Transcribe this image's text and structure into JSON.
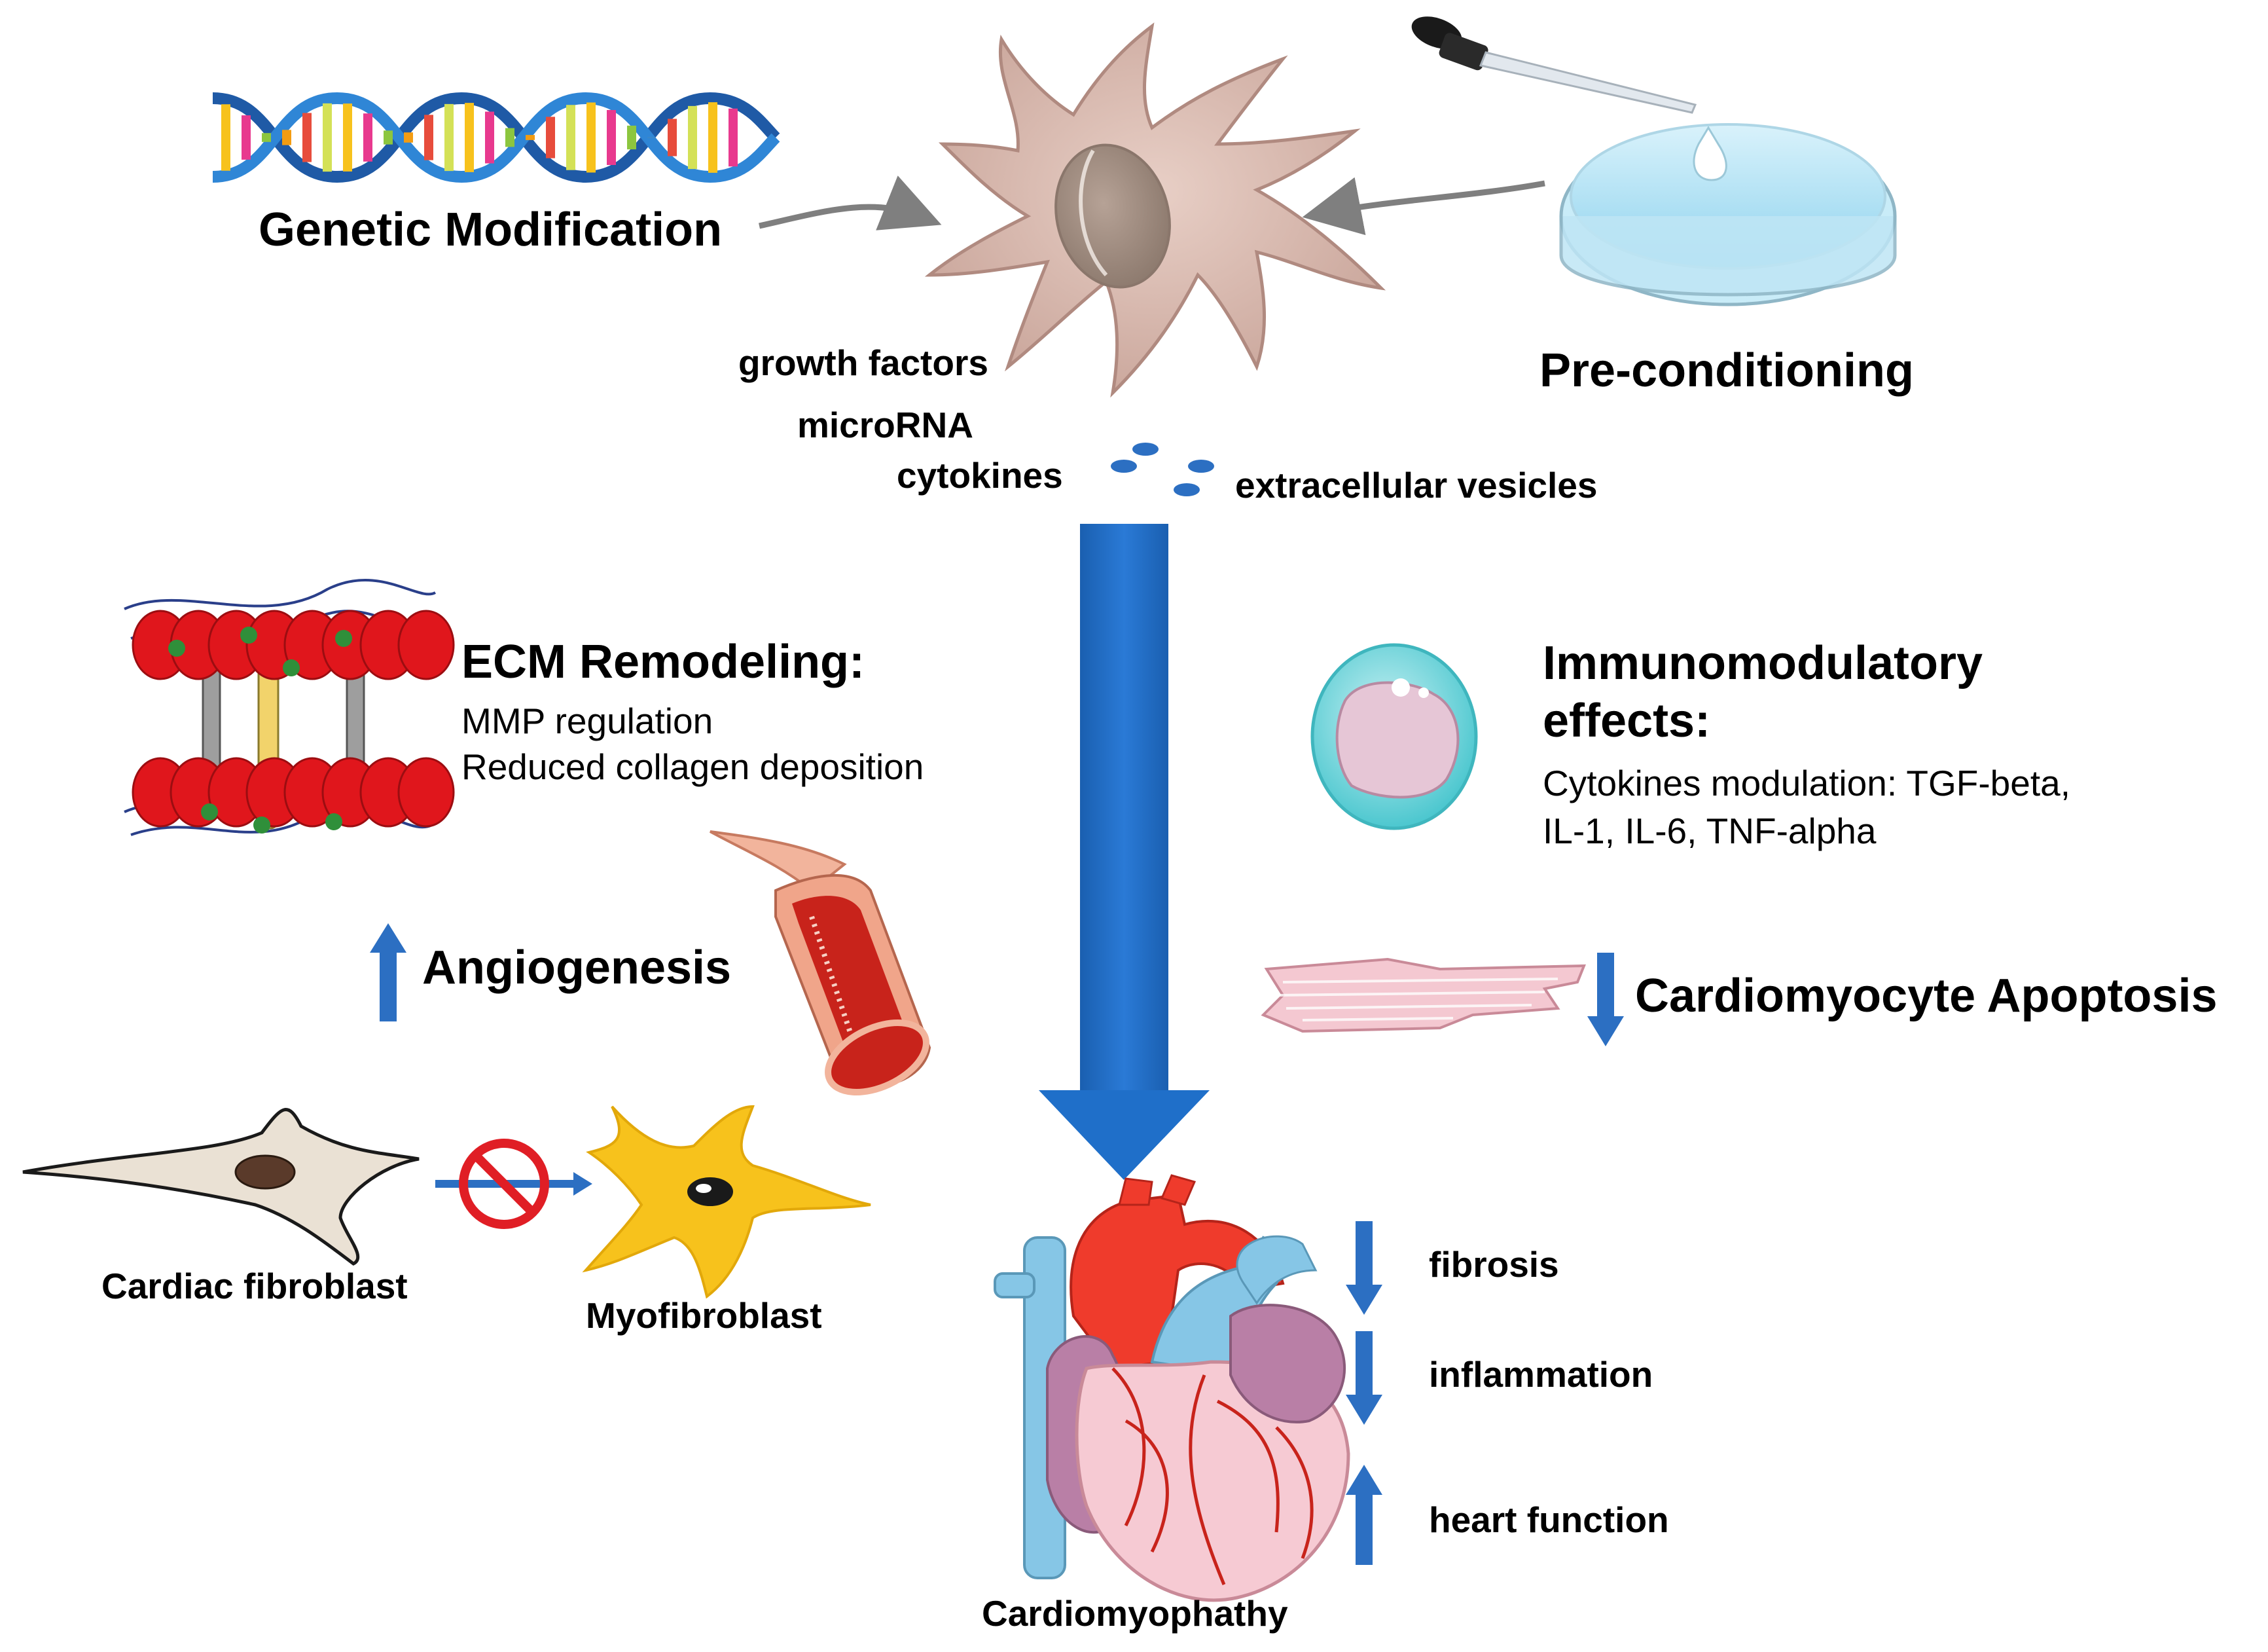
{
  "colors": {
    "arrow_blue": "#2c6fc2",
    "main_arrow": "#1f6fc9",
    "gray_arrow": "#7f7f7f",
    "myocyte_red": "#e0161c",
    "cell_beige": "#d9b8ae",
    "myofibroblast_yellow": "#f7c21c",
    "vessel_red": "#c8231b",
    "immune_teal": "#5fd0d6",
    "heart_pink": "#f4c4cf",
    "heart_red": "#ef3b2c",
    "heart_blue": "#7fc8e8",
    "heart_purple": "#b97fa6",
    "forbid_red": "#e01e25"
  },
  "icons": {
    "dna": "dna-helix-icon",
    "stem_cell": "stem-cell-icon",
    "pipette": "pipette-icon",
    "dish": "petri-dish-icon",
    "ecm": "ecm-fibers-icon",
    "vessel": "blood-vessel-icon",
    "immune": "immune-cell-icon",
    "myocyte": "cardiomyocyte-icon",
    "fibroblast": "fibroblast-icon",
    "myofibroblast": "myofibroblast-icon",
    "forbidden": "forbidden-icon",
    "heart": "heart-icon"
  },
  "top": {
    "genetic_modification": "Genetic Modification",
    "preconditioning": "Pre-conditioning",
    "growth_factors": "growth factors",
    "microrna": "microRNA",
    "cytokines": "cytokines",
    "extracellular_vesicles": "extracellular vesicles"
  },
  "ecm": {
    "title": "ECM Remodeling:",
    "line1": "MMP regulation",
    "line2": "Reduced collagen deposition"
  },
  "immuno": {
    "title_line1": "Immunomodulatory",
    "title_line2": "effects:",
    "line1": "Cytokines modulation: TGF-beta,",
    "line2": "IL-1, IL-6, TNF-alpha"
  },
  "angiogenesis": {
    "label": "Angiogenesis",
    "direction": "up"
  },
  "apoptosis": {
    "label": "Cardiomyocyte Apoptosis",
    "direction": "down"
  },
  "fibroblast": {
    "cardiac_label": "Cardiac fibroblast",
    "myo_label": "Myofibroblast"
  },
  "heart": {
    "label": "Cardiomyophathy",
    "outcomes": [
      {
        "label": "fibrosis",
        "direction": "down"
      },
      {
        "label": "inflammation",
        "direction": "down"
      },
      {
        "label": "heart function",
        "direction": "up"
      }
    ]
  }
}
